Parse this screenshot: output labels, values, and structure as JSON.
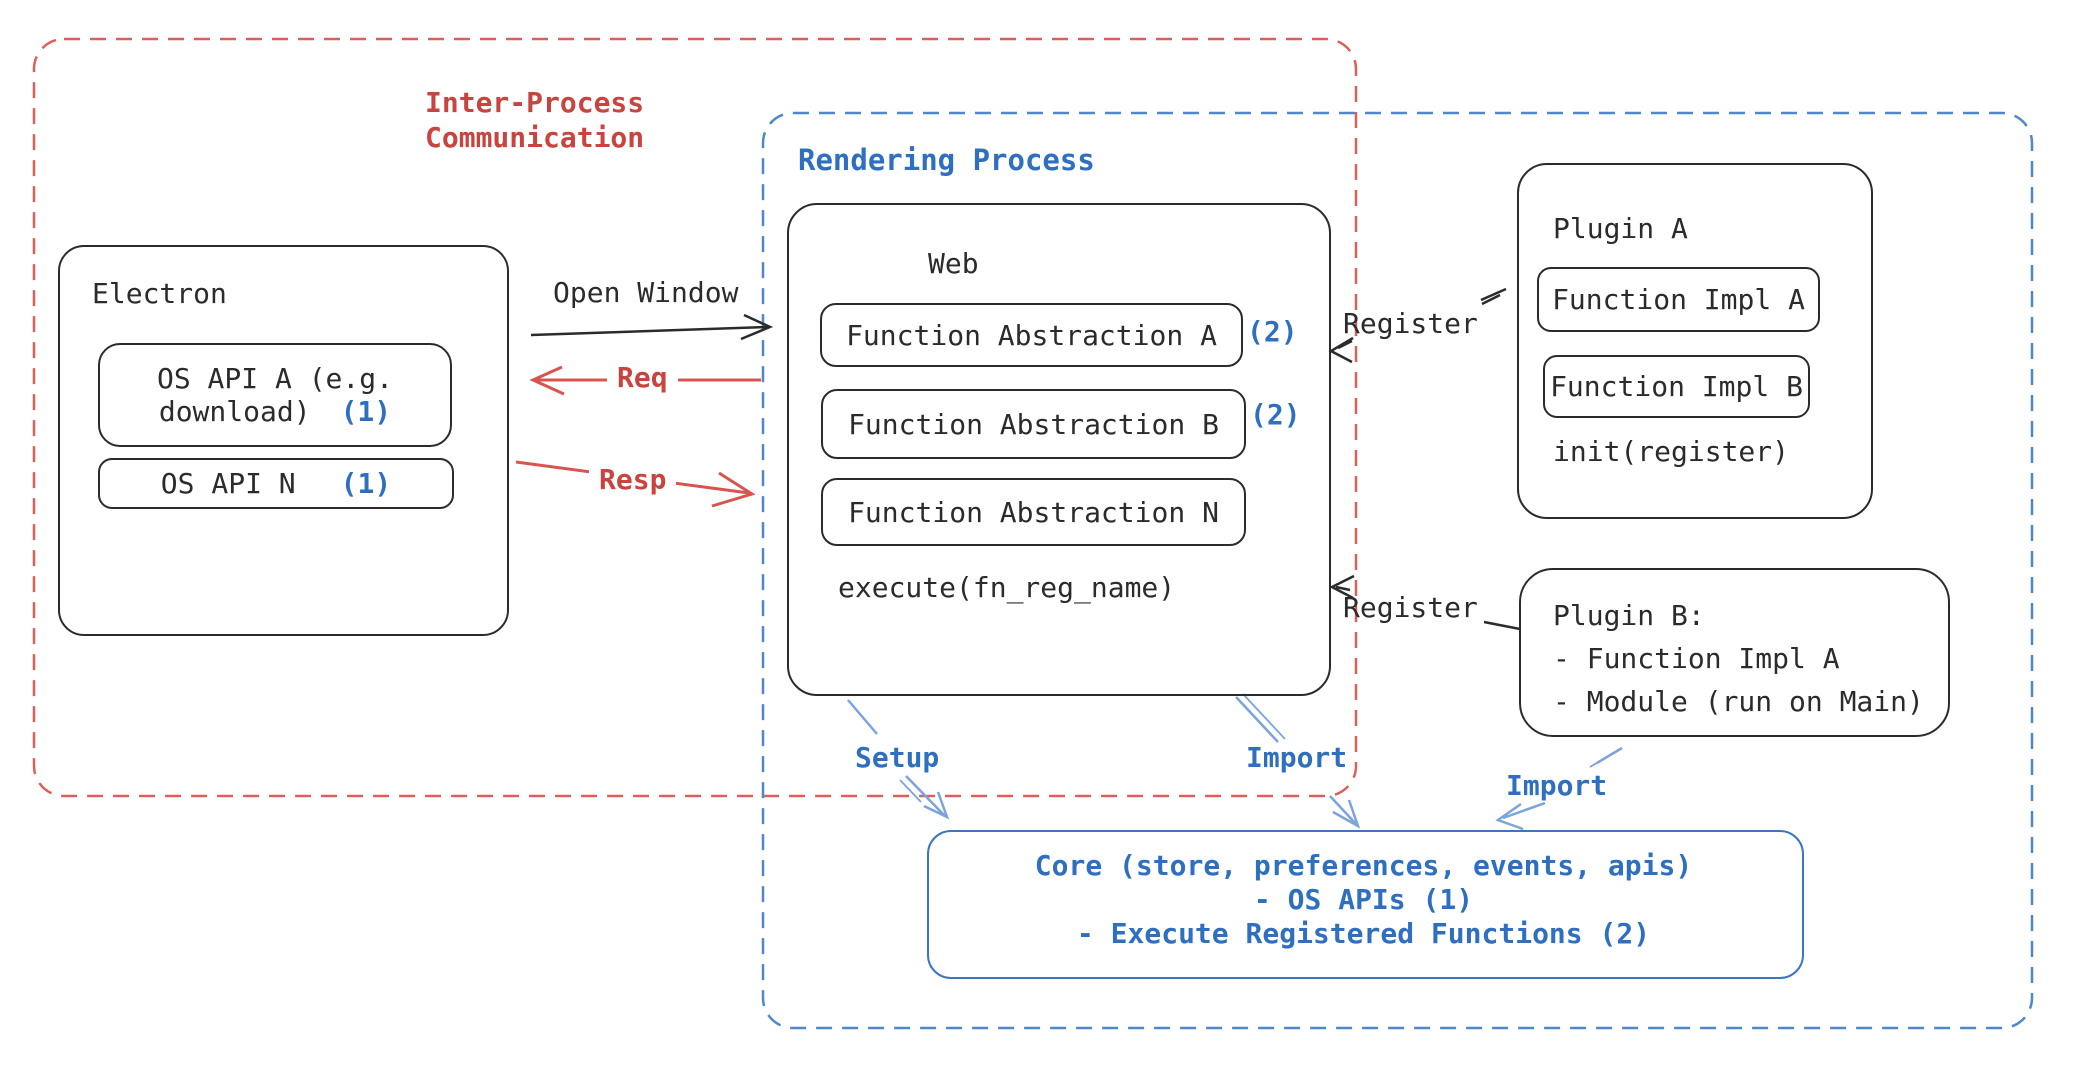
{
  "ipc_box": {
    "title_line1": "Inter-Process",
    "title_line2": "Communication"
  },
  "electron": {
    "title": "Electron",
    "os_api_a_line1": "OS API A (e.g.",
    "os_api_a_line2": "download)",
    "os_api_a_ref": "(1)",
    "os_api_n": "OS API N",
    "os_api_n_ref": "(1)"
  },
  "connections": {
    "open_window": "Open Window",
    "req": "Req",
    "resp": "Resp",
    "register_plugin_a": "Register",
    "register_plugin_b": "Register",
    "setup": "Setup",
    "import_web": "Import",
    "import_plugin_b": "Import"
  },
  "rendering_process": {
    "title": "Rendering Process",
    "web": {
      "title": "Web",
      "function_abstraction_a": "Function Abstraction A",
      "function_abstraction_a_ref": "(2)",
      "function_abstraction_b": "Function Abstraction B",
      "function_abstraction_b_ref": "(2)",
      "function_abstraction_n": "Function Abstraction N",
      "execute": "execute(fn_reg_name)"
    }
  },
  "plugin_a": {
    "title": "Plugin A",
    "function_impl_a": "Function Impl A",
    "function_impl_b": "Function Impl B",
    "init": "init(register)"
  },
  "plugin_b": {
    "title": "Plugin B:",
    "item_1": "- Function Impl A",
    "item_2": "- Module (run on Main)"
  },
  "core": {
    "line1": "Core (store, preferences, events, apis)",
    "line2": "- OS APIs (1)",
    "line3": "- Execute Registered Functions (2)"
  },
  "colors": {
    "red_text": "#c8443f",
    "red_stroke": "#d8554f",
    "blue_text": "#2e6fc0",
    "blue_stroke": "#4f87c9",
    "blue_arrow": "#7ba3dc",
    "ink": "#2b2b2b"
  }
}
